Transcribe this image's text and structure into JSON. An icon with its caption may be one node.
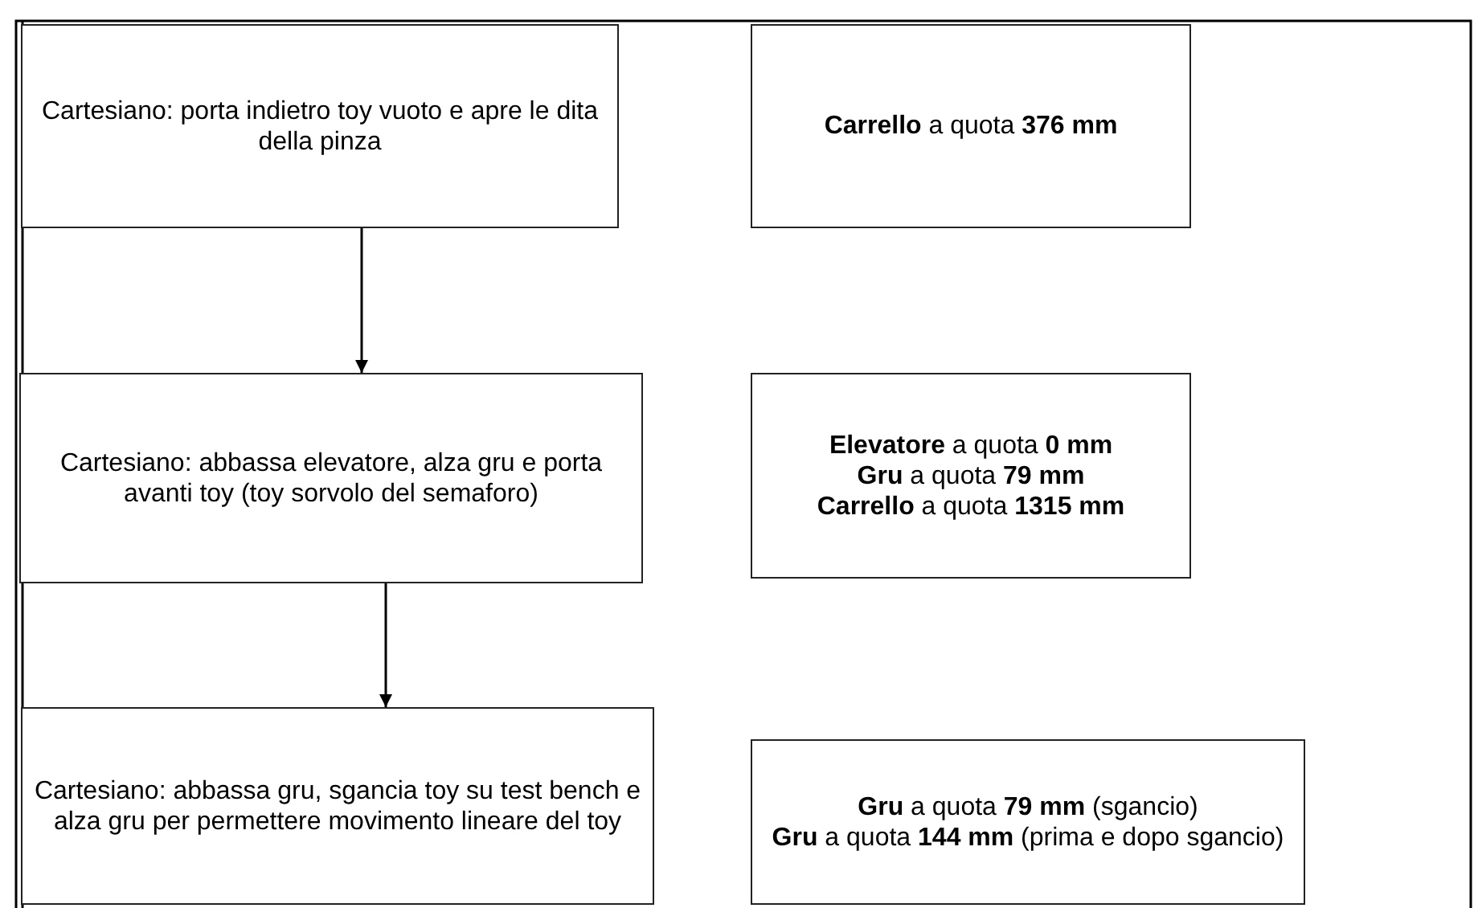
{
  "diagram": {
    "nodes": [
      {
        "text": [
          "Cartesiano: porta indietro toy vuoto e apre le dita della pinza"
        ]
      },
      {
        "text": [
          "**Carrello** a quota **376 mm**"
        ]
      },
      {
        "text": [
          "Cartesiano: abbassa elevatore, alza gru e porta avanti toy (toy sorvolo del semaforo)"
        ]
      },
      {
        "text": [
          "**Elevatore** a quota **0 mm**",
          "**Gru** a quota **79 mm**",
          "**Carrello** a quota **1315 mm**"
        ]
      },
      {
        "text": [
          "Cartesiano: abbassa gru, sgancia toy su test bench e alza gru per permettere movimento lineare del toy"
        ]
      },
      {
        "text": [
          "**Gru** a quota **79 mm** (sgancio)",
          "**Gru** a quota **144 mm** (prima e dopo sgancio)"
        ]
      }
    ],
    "edges": [
      {
        "from": 0,
        "to": 2,
        "arrow": "to"
      },
      {
        "from": 2,
        "to": 4,
        "arrow": "to"
      }
    ]
  }
}
